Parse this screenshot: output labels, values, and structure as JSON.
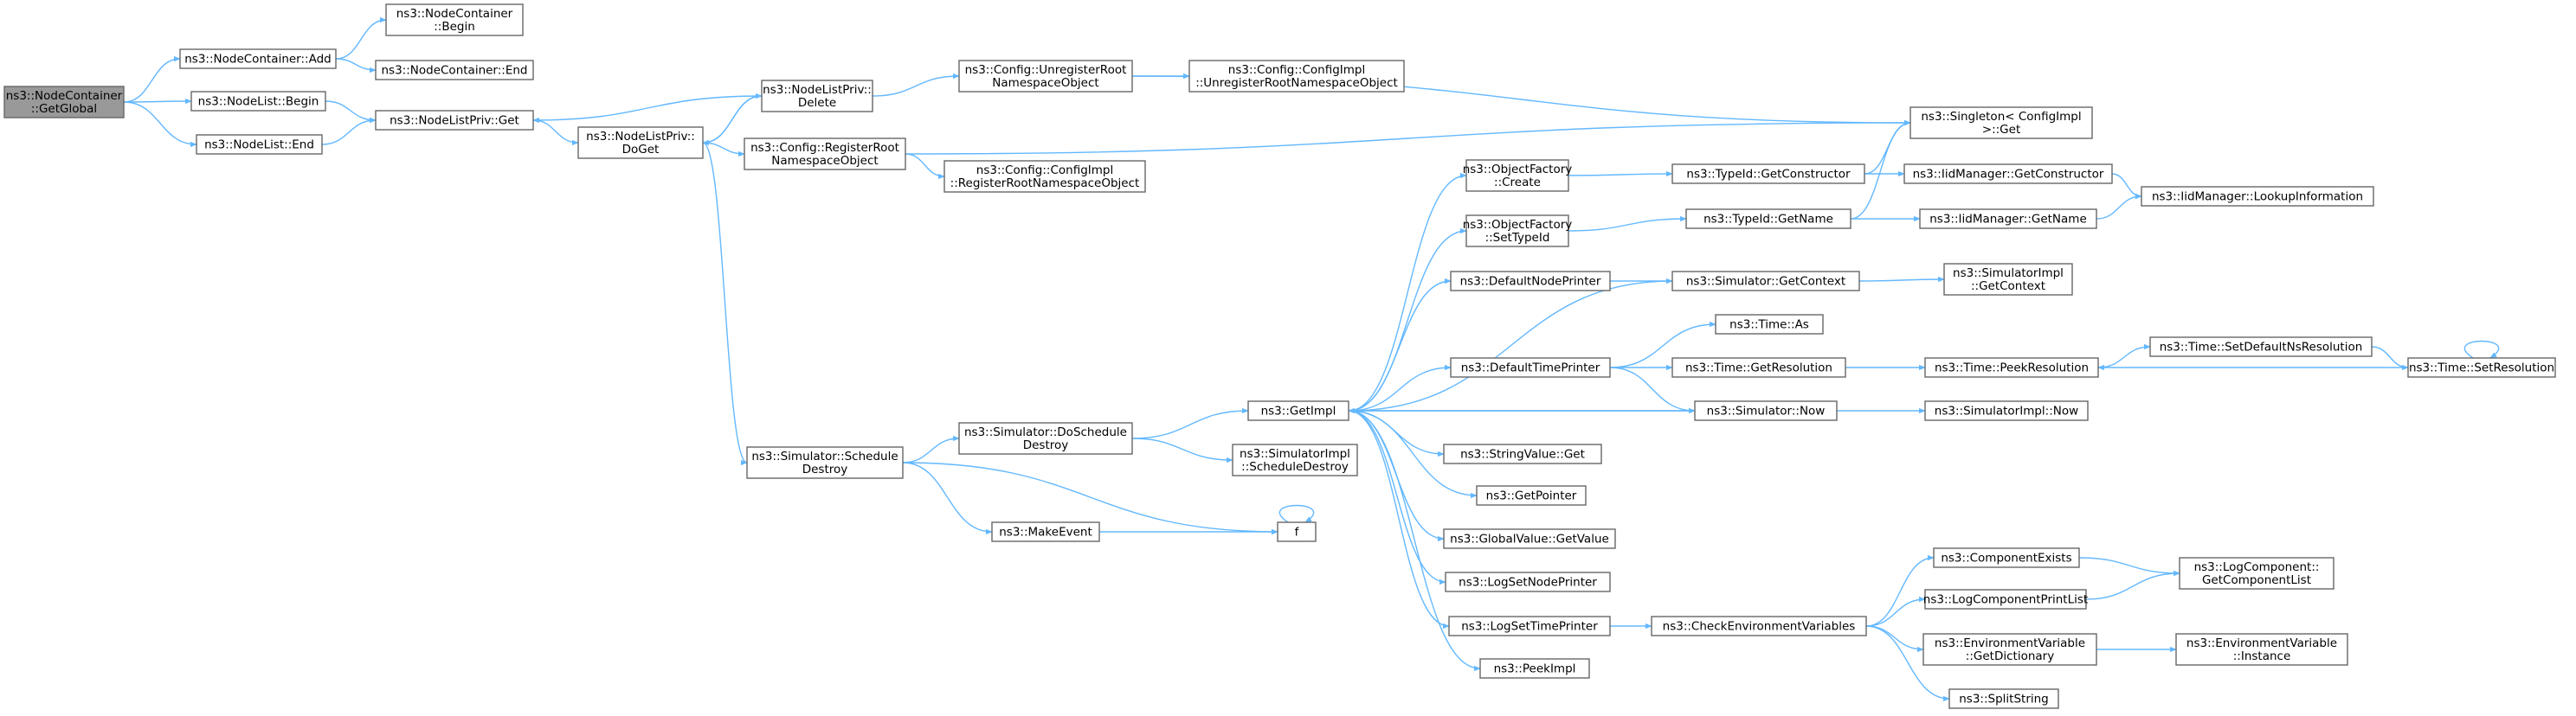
{
  "accent_color": "#63b8ff",
  "root_color": "#999999",
  "nodes": {
    "root": [
      "ns3::NodeContainer",
      "::GetGlobal"
    ],
    "nc_add": [
      "ns3::NodeContainer::Add"
    ],
    "nc_begin": [
      "ns3::NodeContainer",
      "::Begin"
    ],
    "nc_end": [
      "ns3::NodeContainer::End"
    ],
    "nl_begin": [
      "ns3::NodeList::Begin"
    ],
    "nl_end": [
      "ns3::NodeList::End"
    ],
    "nlp_get": [
      "ns3::NodeListPriv::Get"
    ],
    "nlp_doget": [
      "ns3::NodeListPriv::",
      "DoGet"
    ],
    "nlp_delete": [
      "ns3::NodeListPriv::",
      "Delete"
    ],
    "cfg_unreg": [
      "ns3::Config::UnregisterRoot",
      "NamespaceObject"
    ],
    "cfgimpl_unreg": [
      "ns3::Config::ConfigImpl",
      "::UnregisterRootNamespaceObject"
    ],
    "cfg_reg": [
      "ns3::Config::RegisterRoot",
      "NamespaceObject"
    ],
    "cfgimpl_reg": [
      "ns3::Config::ConfigImpl",
      "::RegisterRootNamespaceObject"
    ],
    "singleton": [
      "ns3::Singleton< ConfigImpl",
      " >::Get"
    ],
    "sim_schedule": [
      "ns3::Simulator::Schedule",
      "Destroy"
    ],
    "sim_doschedule": [
      "ns3::Simulator::DoSchedule",
      "Destroy"
    ],
    "simimpl_schedule": [
      "ns3::SimulatorImpl",
      "::ScheduleDestroy"
    ],
    "makeevent": [
      "ns3::MakeEvent"
    ],
    "f": [
      "f"
    ],
    "getimpl": [
      "ns3::GetImpl"
    ],
    "of_create": [
      "ns3::ObjectFactory",
      "::Create"
    ],
    "of_settypeid": [
      "ns3::ObjectFactory",
      "::SetTypeId"
    ],
    "defnodeprinter": [
      "ns3::DefaultNodePrinter"
    ],
    "deftimeprinter": [
      "ns3::DefaultTimePrinter"
    ],
    "stringvalue": [
      "ns3::StringValue::Get"
    ],
    "getpointer": [
      "ns3::GetPointer"
    ],
    "globalvalue": [
      "ns3::GlobalValue::GetValue"
    ],
    "logsetnode": [
      "ns3::LogSetNodePrinter"
    ],
    "logsettime": [
      "ns3::LogSetTimePrinter"
    ],
    "peekimpl": [
      "ns3::PeekImpl"
    ],
    "typeid_getctor": [
      "ns3::TypeId::GetConstructor"
    ],
    "typeid_getname": [
      "ns3::TypeId::GetName"
    ],
    "iid_getctor": [
      "ns3::IidManager::GetConstructor"
    ],
    "iid_getname": [
      "ns3::IidManager::GetName"
    ],
    "iid_lookup": [
      "ns3::IidManager::LookupInformation"
    ],
    "sim_getcontext": [
      "ns3::Simulator::GetContext"
    ],
    "simimpl_getcontext": [
      "ns3::SimulatorImpl",
      "::GetContext"
    ],
    "time_as": [
      "ns3::Time::As"
    ],
    "time_getres": [
      "ns3::Time::GetResolution"
    ],
    "time_peekres": [
      "ns3::Time::PeekResolution"
    ],
    "time_setdefns": [
      "ns3::Time::SetDefaultNsResolution"
    ],
    "time_setres": [
      "ns3::Time::SetResolution"
    ],
    "sim_now": [
      "ns3::Simulator::Now"
    ],
    "simimpl_now": [
      "ns3::SimulatorImpl::Now"
    ],
    "checkenv": [
      "ns3::CheckEnvironmentVariables"
    ],
    "compexists": [
      "ns3::ComponentExists"
    ],
    "logcompprint": [
      "ns3::LogComponentPrintList"
    ],
    "logcomp_getlist": [
      "ns3::LogComponent::",
      "GetComponentList"
    ],
    "envvar_getdict": [
      "ns3::EnvironmentVariable",
      "::GetDictionary"
    ],
    "envvar_instance": [
      "ns3::EnvironmentVariable",
      "::Instance"
    ],
    "splitstring": [
      "ns3::SplitString"
    ]
  },
  "edges": [
    [
      "root",
      "nc_add"
    ],
    [
      "root",
      "nl_begin"
    ],
    [
      "root",
      "nl_end"
    ],
    [
      "nc_add",
      "nc_begin"
    ],
    [
      "nc_add",
      "nc_end"
    ],
    [
      "nl_begin",
      "nlp_get"
    ],
    [
      "nl_end",
      "nlp_get"
    ],
    [
      "nlp_get",
      "nlp_doget"
    ],
    [
      "nlp_doget",
      "nlp_delete"
    ],
    [
      "nlp_delete",
      "nlp_doget"
    ],
    [
      "nlp_delete",
      "nlp_get"
    ],
    [
      "nlp_doget",
      "cfg_reg"
    ],
    [
      "nlp_doget",
      "sim_schedule"
    ],
    [
      "nlp_delete",
      "cfg_unreg"
    ],
    [
      "cfg_unreg",
      "cfgimpl_unreg"
    ],
    [
      "cfg_unreg",
      "singleton"
    ],
    [
      "cfg_reg",
      "cfgimpl_reg"
    ],
    [
      "cfg_reg",
      "singleton"
    ],
    [
      "sim_schedule",
      "sim_doschedule"
    ],
    [
      "sim_schedule",
      "makeevent"
    ],
    [
      "sim_schedule",
      "f"
    ],
    [
      "makeevent",
      "f"
    ],
    [
      "f",
      "f"
    ],
    [
      "sim_doschedule",
      "getimpl"
    ],
    [
      "sim_doschedule",
      "simimpl_schedule"
    ],
    [
      "getimpl",
      "of_create"
    ],
    [
      "getimpl",
      "of_settypeid"
    ],
    [
      "getimpl",
      "defnodeprinter"
    ],
    [
      "getimpl",
      "deftimeprinter"
    ],
    [
      "getimpl",
      "stringvalue"
    ],
    [
      "getimpl",
      "getpointer"
    ],
    [
      "getimpl",
      "globalvalue"
    ],
    [
      "getimpl",
      "logsetnode"
    ],
    [
      "getimpl",
      "logsettime"
    ],
    [
      "getimpl",
      "peekimpl"
    ],
    [
      "getimpl",
      "sim_now"
    ],
    [
      "of_create",
      "typeid_getctor"
    ],
    [
      "of_settypeid",
      "typeid_getname"
    ],
    [
      "typeid_getctor",
      "singleton"
    ],
    [
      "typeid_getctor",
      "iid_getctor"
    ],
    [
      "typeid_getname",
      "singleton"
    ],
    [
      "typeid_getname",
      "iid_getname"
    ],
    [
      "iid_getctor",
      "iid_lookup"
    ],
    [
      "iid_getname",
      "iid_lookup"
    ],
    [
      "defnodeprinter",
      "sim_getcontext"
    ],
    [
      "sim_getcontext",
      "simimpl_getcontext"
    ],
    [
      "sim_getcontext",
      "getimpl"
    ],
    [
      "deftimeprinter",
      "time_as"
    ],
    [
      "deftimeprinter",
      "time_getres"
    ],
    [
      "deftimeprinter",
      "sim_now"
    ],
    [
      "time_getres",
      "time_peekres"
    ],
    [
      "time_peekres",
      "time_setdefns"
    ],
    [
      "time_setdefns",
      "time_setres"
    ],
    [
      "time_setres",
      "time_peekres"
    ],
    [
      "time_setres",
      "time_setres"
    ],
    [
      "sim_now",
      "simimpl_now"
    ],
    [
      "sim_now",
      "getimpl"
    ],
    [
      "logsettime",
      "checkenv"
    ],
    [
      "checkenv",
      "compexists"
    ],
    [
      "checkenv",
      "logcompprint"
    ],
    [
      "checkenv",
      "envvar_getdict"
    ],
    [
      "checkenv",
      "splitstring"
    ],
    [
      "compexists",
      "logcomp_getlist"
    ],
    [
      "logcompprint",
      "logcomp_getlist"
    ],
    [
      "envvar_getdict",
      "envvar_instance"
    ]
  ]
}
